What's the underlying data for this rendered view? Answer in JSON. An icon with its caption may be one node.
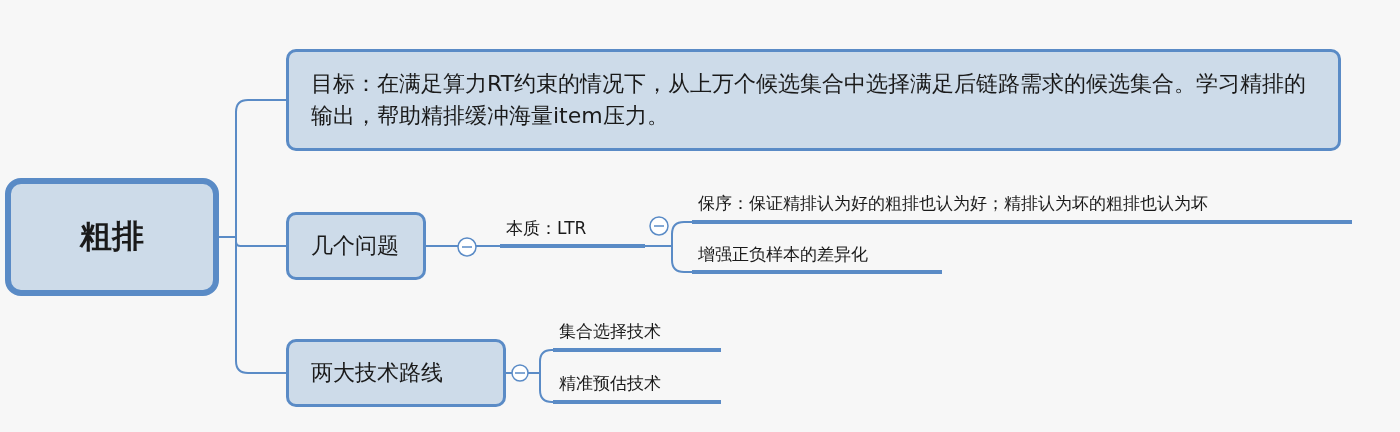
{
  "diagram": {
    "nodes": [
      {
        "text": [
          "粗排"
        ]
      },
      {
        "text": [
          "目标：在满足算力RT约束的情况下，从上万个候选集合中选择满足后链路需求的候选集合。学习精排的输出，帮助精排缓冲海量item压力。"
        ]
      },
      {
        "text": [
          "几个问题"
        ]
      },
      {
        "text": [
          "两大技术路线"
        ]
      },
      {
        "text": [
          "本质：LTR"
        ]
      },
      {
        "text": [
          "保序：保证精排认为好的粗排也认为好；精排认为坏的粗排也认为坏"
        ]
      },
      {
        "text": [
          "增强正负样本的差异化"
        ]
      },
      {
        "text": [
          "集合选择技术"
        ]
      },
      {
        "text": [
          "精准预估技术"
        ]
      }
    ],
    "edges": [
      {
        "from": 0,
        "to": 1,
        "arrow": "none"
      },
      {
        "from": 0,
        "to": 2,
        "arrow": "none"
      },
      {
        "from": 0,
        "to": 3,
        "arrow": "none"
      },
      {
        "from": 2,
        "to": 4,
        "arrow": "none"
      },
      {
        "from": 4,
        "to": 5,
        "arrow": "none"
      },
      {
        "from": 4,
        "to": 6,
        "arrow": "none"
      },
      {
        "from": 3,
        "to": 7,
        "arrow": "none"
      },
      {
        "from": 3,
        "to": 8,
        "arrow": "none"
      }
    ]
  }
}
